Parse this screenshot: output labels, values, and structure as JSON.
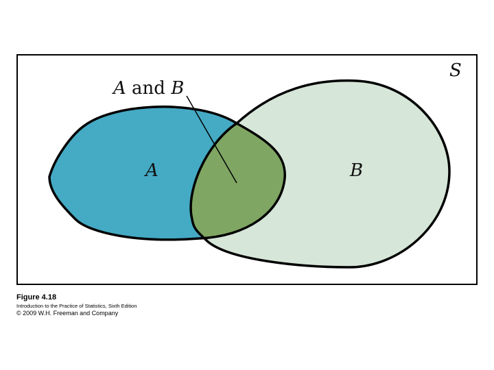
{
  "diagram": {
    "sample_space_label": "S",
    "set_a_label": "A",
    "set_b_label": "B",
    "intersection_label": {
      "a": "A",
      "and": "and",
      "b": "B"
    },
    "colors": {
      "a": "#45aac4",
      "b": "#d6e6d8",
      "overlap": "#7fa663",
      "stroke": "#000000"
    }
  },
  "caption": {
    "figure": "Figure 4.18",
    "book": "Introduction to the Practice of Statistics, Sixth Edition",
    "copyright": "© 2009 W.H. Freeman and Company"
  }
}
